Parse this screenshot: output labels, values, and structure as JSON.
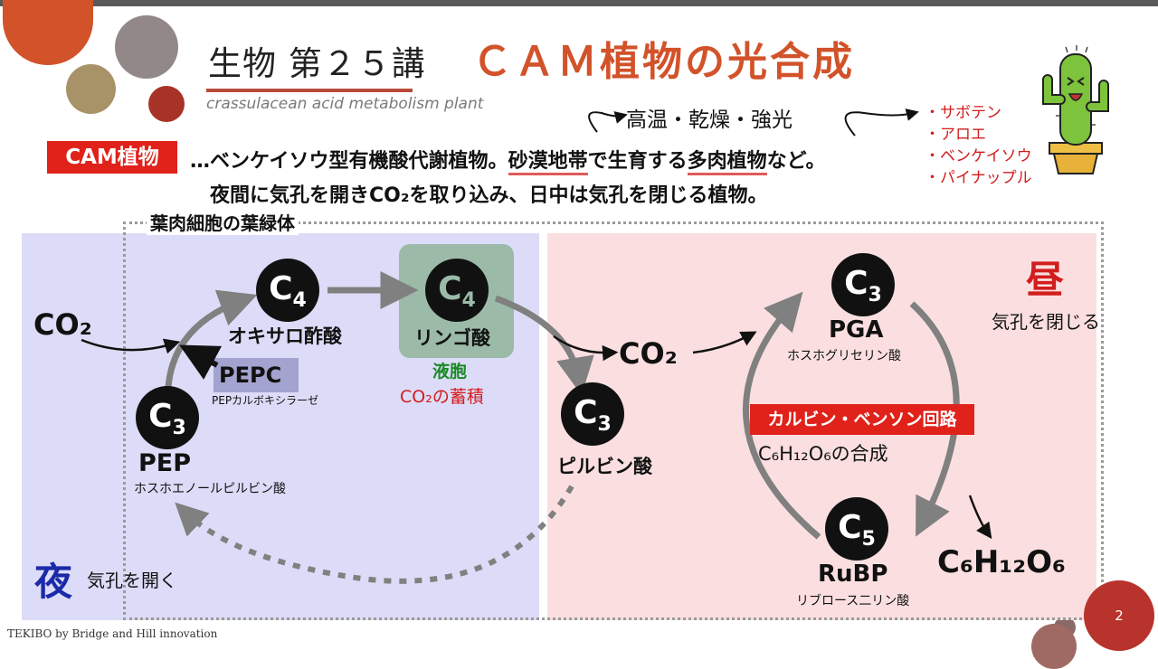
{
  "title": {
    "lesson": "生物 第２５講",
    "main": "ＣＡＭ植物の光合成",
    "subtitle": "crassulacean acid metabolism plant"
  },
  "keywords": "高温・乾燥・強光",
  "examples": [
    "・サボテン",
    "・アロエ",
    "・ベンケイソウ",
    "・パイナップル"
  ],
  "definition": {
    "badge": "CAM植物",
    "line1_prefix": "…ベンケイソウ型有機酸代謝植物。",
    "line1_em1": "砂漠地帯",
    "line1_mid": "で生育する",
    "line1_em2": "多肉植物",
    "line1_suffix": "など。",
    "line2": "夜間に気孔を開きCO₂を取り込み、日中は気孔を閉じる植物。"
  },
  "cell_label": "葉肉細胞の葉緑体",
  "night": {
    "kanji": "夜",
    "stomata": "気孔を開く",
    "co2": "CO₂",
    "c4_top": {
      "symbol": "C",
      "sub": "4",
      "name": "オキサロ酢酸"
    },
    "enzyme": "PEPC",
    "enzyme_full": "PEPカルボキシラーゼ",
    "c3_pep": {
      "symbol": "C",
      "sub": "3",
      "name": "PEP",
      "full": "ホスホエノールピルビン酸"
    },
    "vacuole": {
      "symbol": "C",
      "sub": "4",
      "name": "リンゴ酸",
      "organelle": "液胞",
      "note": "CO₂の蓄積"
    }
  },
  "day": {
    "kanji": "昼",
    "stomata": "気孔を閉じる",
    "co2": "CO₂",
    "pyruvate": {
      "symbol": "C",
      "sub": "3",
      "name": "ピルビン酸"
    },
    "pga": {
      "symbol": "C",
      "sub": "3",
      "name": "PGA",
      "full": "ホスホグリセリン酸"
    },
    "rubp": {
      "symbol": "C",
      "sub": "5",
      "name": "RuBP",
      "full": "リブロース二リン酸"
    },
    "cycle": "カルビン・ベンソン回路",
    "synthesis": "C₆H₁₂O₆の合成",
    "product": "C₆H₁₂O₆"
  },
  "footer": "TEKIBO by Bridge and Hill innovation",
  "page_number": "2",
  "colors": {
    "accent_red": "#e0221b",
    "title_orange": "#d2522a",
    "night_bg": "#dcdcf8",
    "day_bg": "#fbdfe0"
  }
}
